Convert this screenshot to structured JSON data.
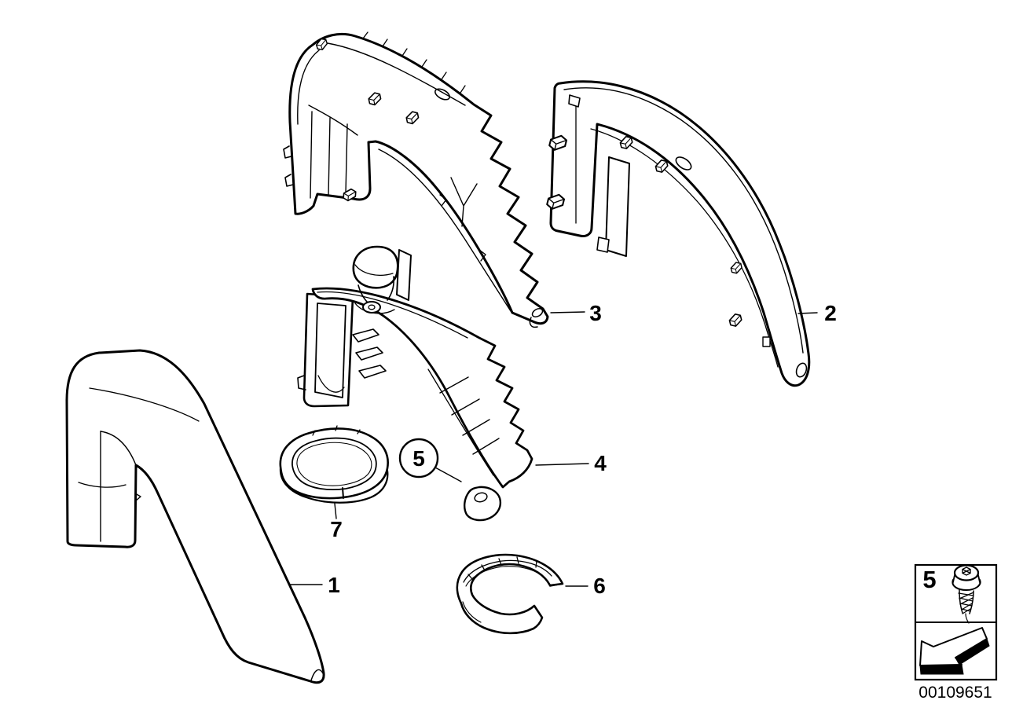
{
  "figure": {
    "background_color": "#ffffff",
    "line_color": "#000000",
    "callouts": {
      "c1": {
        "label": "1"
      },
      "c2": {
        "label": "2"
      },
      "c3": {
        "label": "3"
      },
      "c4": {
        "label": "4"
      },
      "c5": {
        "label": "5",
        "style": "circled"
      },
      "c6": {
        "label": "6"
      },
      "c7": {
        "label": "7"
      }
    },
    "legend": {
      "item_label": "5",
      "item_icon": "torx-screw-icon",
      "direction_icon": "arrow-left-down-icon"
    },
    "doc_number": "00109651"
  }
}
